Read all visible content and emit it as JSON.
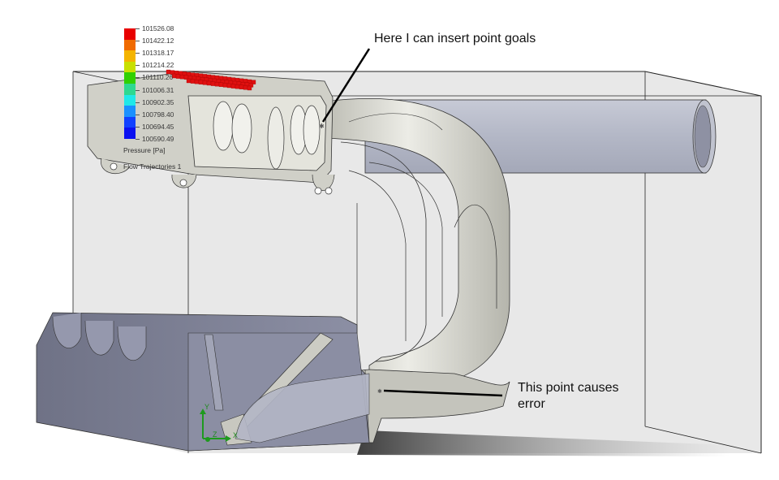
{
  "legend": {
    "values": [
      "101526.08",
      "101422.12",
      "101318.17",
      "101214.22",
      "101110.26",
      "101006.31",
      "100902.35",
      "100798.40",
      "100694.45",
      "100590.49"
    ],
    "colors": [
      "#e80000",
      "#f06a00",
      "#f4b400",
      "#c8e000",
      "#30d000",
      "#2ed890",
      "#20e8e8",
      "#1a90ff",
      "#1040ff",
      "#0a10f0"
    ],
    "title": "Pressure [Pa]",
    "subtitle": "Flow Trajectories 1"
  },
  "annotations": {
    "top": "Here I can insert point goals",
    "bottom": "This point causes error"
  },
  "triad": {
    "x": "X",
    "y": "Y",
    "z": "Z"
  },
  "colors": {
    "background": "#ffffff",
    "domain_box_fill": "#e6e6e6",
    "manifold": "#d4d4cc",
    "cylinder_head": "#8a8da3",
    "pipe": "#b0b4c4",
    "triad": "#1e9a1e",
    "trajectory_marker": "#e01010"
  }
}
